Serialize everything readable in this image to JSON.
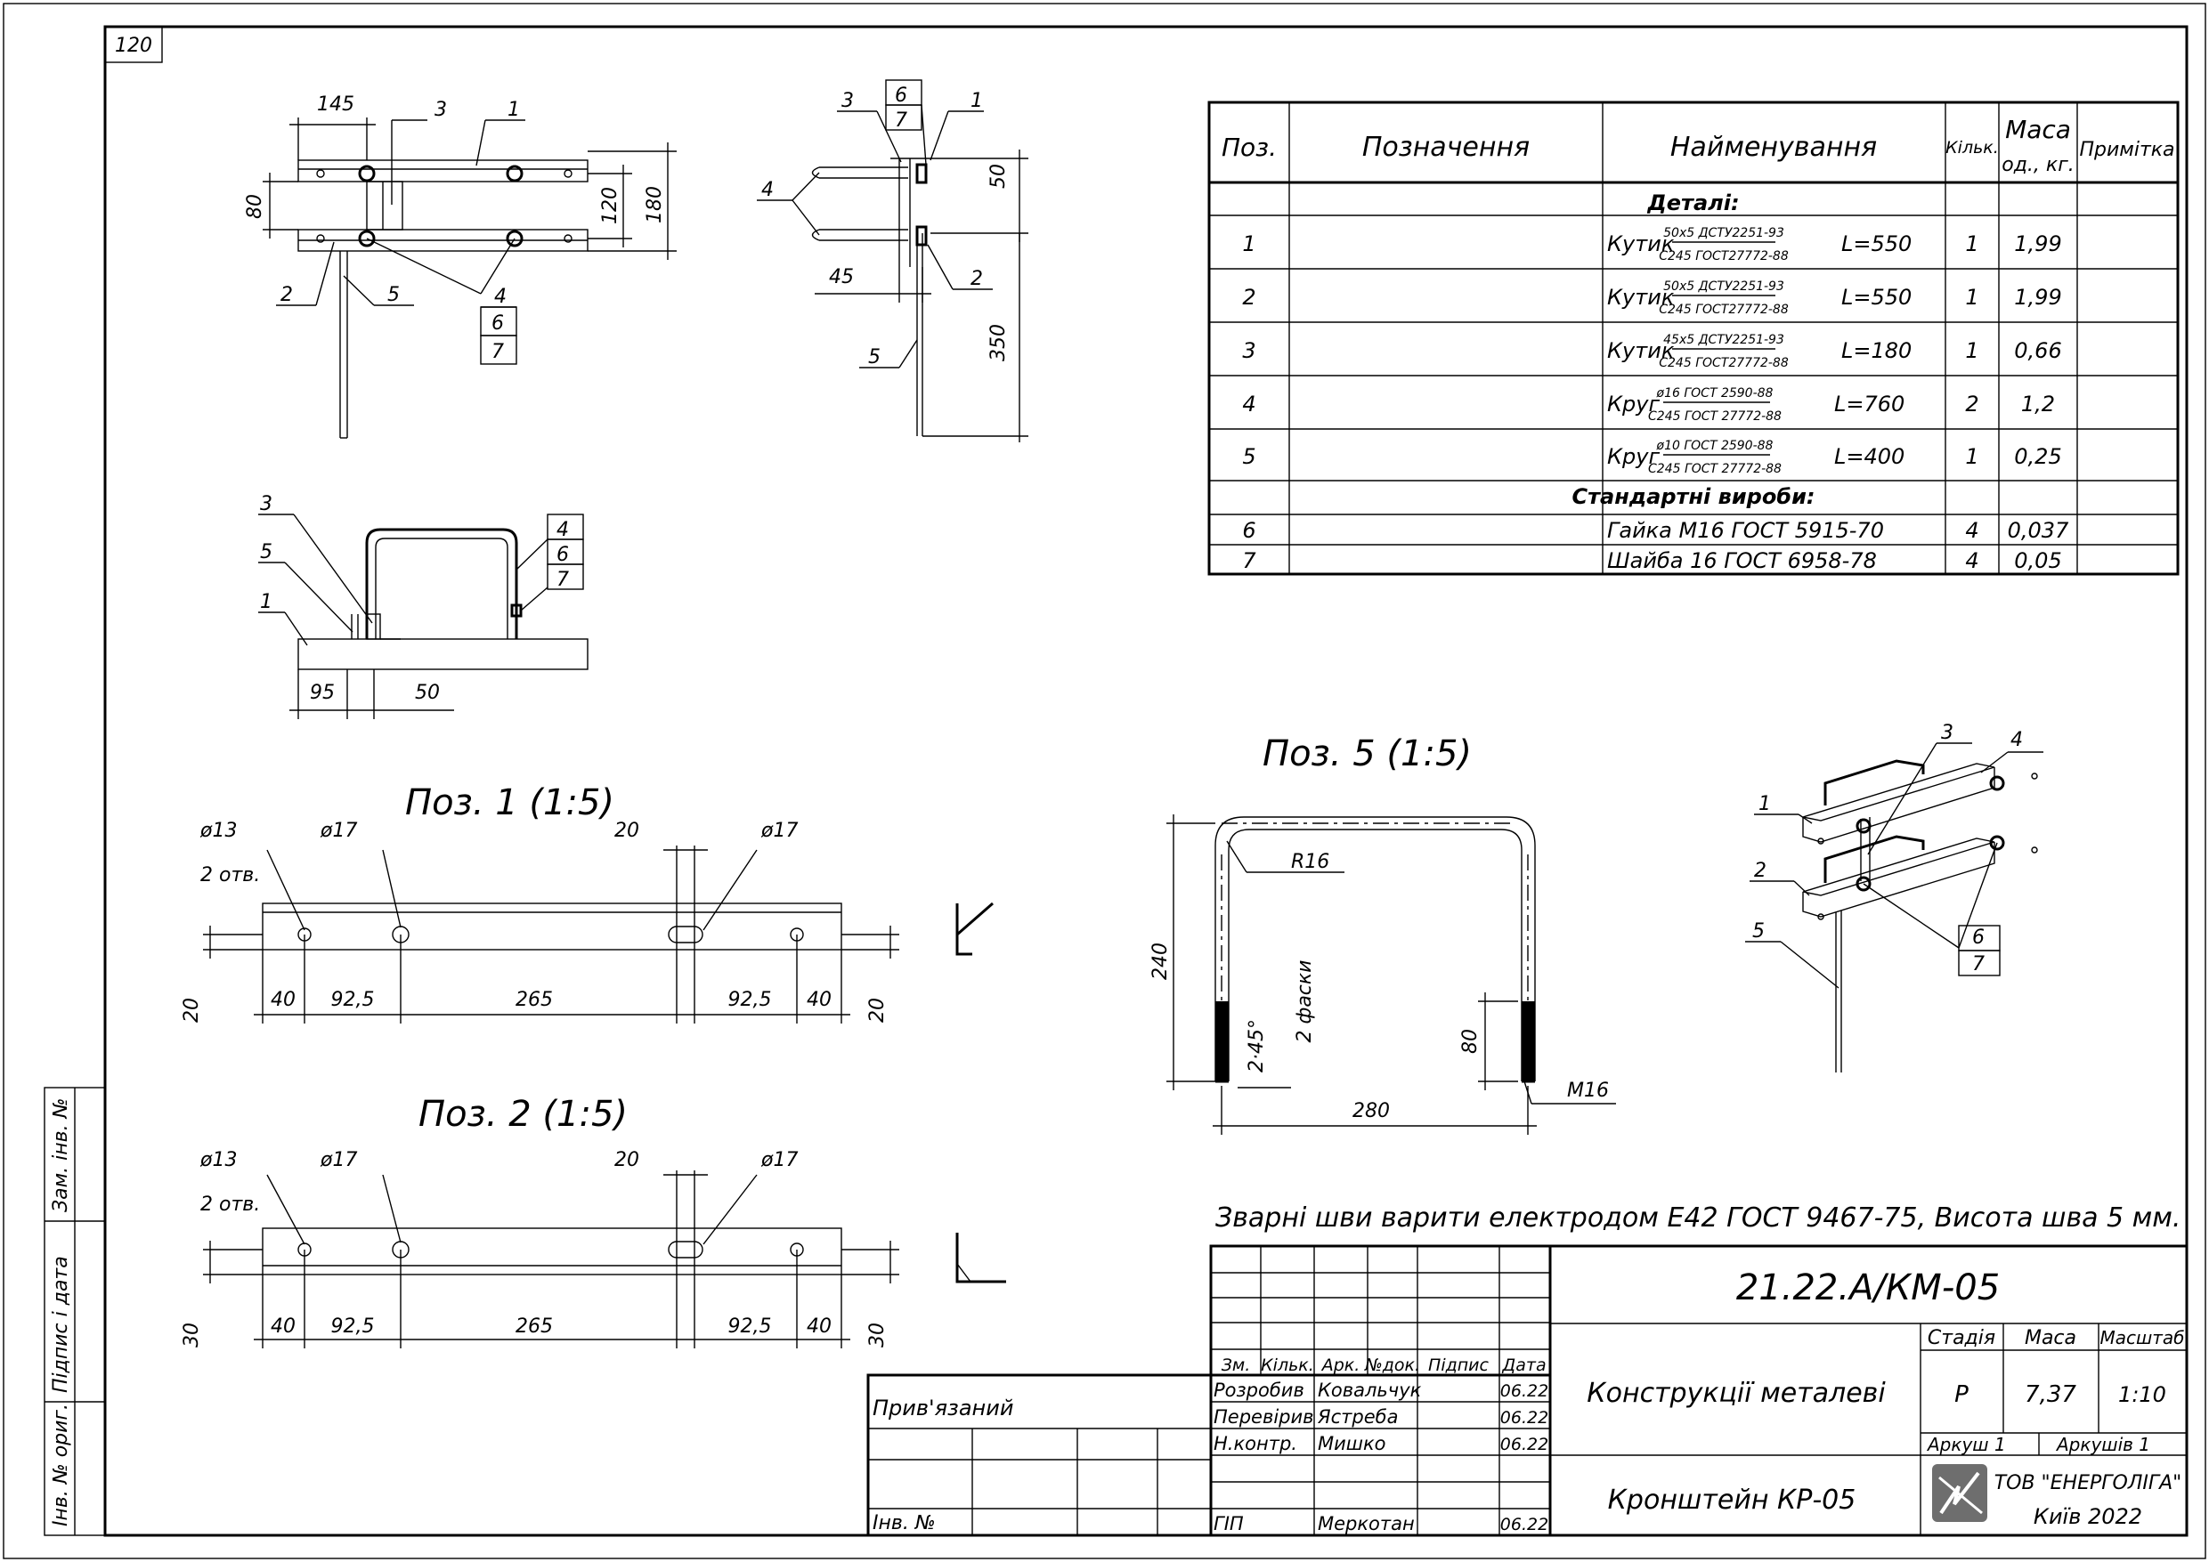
{
  "sheet": {
    "corner": "120",
    "side": [
      "Інв. № ориг.",
      "Підпис і дата",
      "Зам. інв. №"
    ]
  },
  "views": {
    "top": {
      "d145": "145",
      "d80": "80",
      "d120": "120",
      "d180": "180",
      "p1": "1",
      "p2": "2",
      "p3": "3",
      "p4": "4",
      "p5": "5",
      "p6": "6",
      "p7": "7"
    },
    "side": {
      "d50": "50",
      "d45": "45",
      "d350": "350",
      "p1": "1",
      "p2": "2",
      "p3": "3",
      "p4": "4",
      "p5": "5",
      "p6": "6",
      "p7": "7"
    },
    "front": {
      "d95": "95",
      "d50": "50",
      "p1": "1",
      "p3": "3",
      "p4": "4",
      "p5": "5",
      "p6": "6",
      "p7": "7"
    },
    "pos1": {
      "title": "Поз. 1 (1:5)",
      "h13": "ø13",
      "holes": "2 отв.",
      "h17a": "ø17",
      "d20": "20",
      "h17b": "ø17",
      "dims": [
        "40",
        "92,5",
        "265",
        "92,5",
        "40"
      ],
      "dl": "20",
      "dr": "20"
    },
    "pos2": {
      "title": "Поз. 2 (1:5)",
      "h13": "ø13",
      "holes": "2 отв.",
      "h17a": "ø17",
      "d20": "20",
      "h17b": "ø17",
      "dims": [
        "40",
        "92,5",
        "265",
        "92,5",
        "40"
      ],
      "dl": "30",
      "dr": "30"
    },
    "pos5": {
      "title": "Поз. 5 (1:5)",
      "r": "R16",
      "d240": "240",
      "d280": "280",
      "d80": "80",
      "m16": "M16",
      "ch1": "2·45°",
      "ch2": "2 фаски"
    },
    "iso": {
      "p1": "1",
      "p2": "2",
      "p3": "3",
      "p4": "4",
      "p5": "5",
      "p6": "6",
      "p7": "7"
    }
  },
  "spec": {
    "headers": {
      "pos": "Поз.",
      "des": "Позначення",
      "name": "Найменування",
      "qty": "Кільк.",
      "mass1": "Маса",
      "mass2": "од., кг.",
      "note": "Примітка"
    },
    "sec_parts": "Деталі:",
    "sec_std": "Стандартні вироби:",
    "parts": [
      {
        "pos": "1",
        "name": "Кутик",
        "top": "50х5 ДСТУ2251-93",
        "bot": "С245 ГОСТ27772-88",
        "len": "L=550",
        "qty": "1",
        "mass": "1,99"
      },
      {
        "pos": "2",
        "name": "Кутик",
        "top": "50х5 ДСТУ2251-93",
        "bot": "С245 ГОСТ27772-88",
        "len": "L=550",
        "qty": "1",
        "mass": "1,99"
      },
      {
        "pos": "3",
        "name": "Кутик",
        "top": "45х5 ДСТУ2251-93",
        "bot": "С245 ГОСТ27772-88",
        "len": "L=180",
        "qty": "1",
        "mass": "0,66"
      },
      {
        "pos": "4",
        "name": "Круг",
        "top": "ø16 ГОСТ 2590-88",
        "bot": "С245 ГОСТ 27772-88",
        "len": "L=760",
        "qty": "2",
        "mass": "1,2"
      },
      {
        "pos": "5",
        "name": "Круг",
        "top": "ø10 ГОСТ 2590-88",
        "bot": "С245 ГОСТ 27772-88",
        "len": "L=400",
        "qty": "1",
        "mass": "0,25"
      }
    ],
    "std": [
      {
        "pos": "6",
        "name": "Гайка М16 ГОСТ 5915-70",
        "qty": "4",
        "mass": "0,037"
      },
      {
        "pos": "7",
        "name": "Шайба 16 ГОСТ 6958-78",
        "qty": "4",
        "mass": "0,05"
      }
    ]
  },
  "note": "Зварні шви варити електродом Е42 ГОСТ 9467-75, Висота шва 5 мм.",
  "stamp": {
    "doc": "21.22.А/КМ-05",
    "hdr": {
      "zm": "Зм.",
      "kilk": "Кільк.",
      "ark": "Арк.",
      "ndok": "№док.",
      "pidpys": "Підпис",
      "data": "Дата"
    },
    "rows": [
      {
        "role": "Розробив",
        "person": "Ковальчук",
        "date": "06.22"
      },
      {
        "role": "Перевірив",
        "person": "Ястреба",
        "date": "06.22"
      },
      {
        "role": "Н.контр.",
        "person": "Мишко",
        "date": "06.22"
      },
      {
        "role": "ГІП",
        "person": "Меркотан",
        "date": "06.22"
      }
    ],
    "title1": "Конструкції металеві",
    "title2": "Кронштейн КР-05",
    "stage_h": "Стадія",
    "mass_h": "Маса",
    "scale_h": "Масштаб",
    "stage": "Р",
    "mass": "7,37",
    "scale": "1:10",
    "sheet": "Аркуш   1",
    "sheets": "Аркушів   1",
    "company": "ТОВ \"ЕНЕРГОЛІГА\"",
    "city": "Київ 2022",
    "linked": "Прив'язаний",
    "inv": "Інв. №"
  },
  "colors": {
    "ink": "#000000",
    "paper": "#ffffff",
    "logo": "#6e6e6e"
  }
}
